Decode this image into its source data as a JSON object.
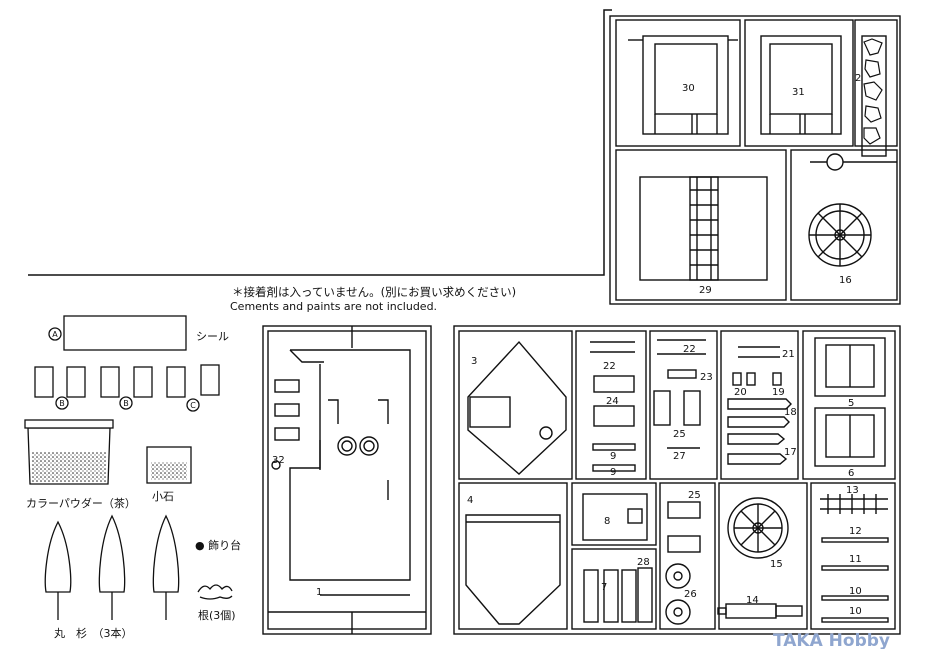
{
  "notes": {
    "jp": "＊接着剤は入っていません。(別にお買い求めください)",
    "en": "Cements and paints are not included."
  },
  "accessories": {
    "sticker_circle": "A",
    "sticker_label": "シール",
    "sticker_marks": [
      "B",
      "B",
      "C"
    ],
    "powder_label": "カラーパウダー（茶）",
    "pebbles_label": "小石",
    "base_label": "● 飾り台",
    "roots_label": "根(3個)",
    "trees_label": "丸　杉　（3本）"
  },
  "parts": {
    "p1": "1",
    "p2": "2",
    "p3": "3",
    "p4": "4",
    "p5": "5",
    "p6": "6",
    "p7": "7",
    "p8": "8",
    "p9a": "9",
    "p9b": "9",
    "p10a": "10",
    "p10b": "10",
    "p11": "11",
    "p12": "12",
    "p13": "13",
    "p14": "14",
    "p15": "15",
    "p16": "16",
    "p17": "17",
    "p18": "18",
    "p19": "19",
    "p20": "20",
    "p21": "21",
    "p22a": "22",
    "p22b": "22",
    "p23": "23",
    "p24": "24",
    "p25a": "25",
    "p25b": "25",
    "p26": "26",
    "p27": "27",
    "p28": "28",
    "p29": "29",
    "p30": "30",
    "p31": "31",
    "p32": "32"
  },
  "watermark": "TAKA Hobby"
}
